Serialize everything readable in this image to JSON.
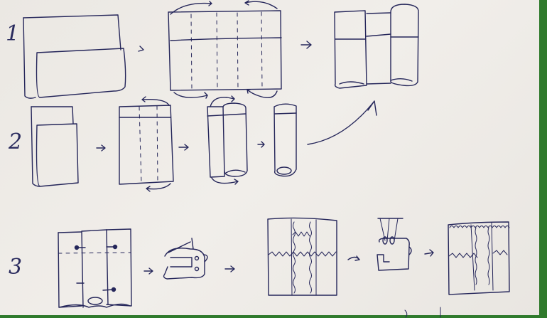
{
  "steps": [
    {
      "label": "1"
    },
    {
      "label": "2"
    },
    {
      "label": "3"
    }
  ],
  "colors": {
    "ink": "#25265a",
    "paper": "#eeebe6",
    "background": "#2f7a2c"
  }
}
